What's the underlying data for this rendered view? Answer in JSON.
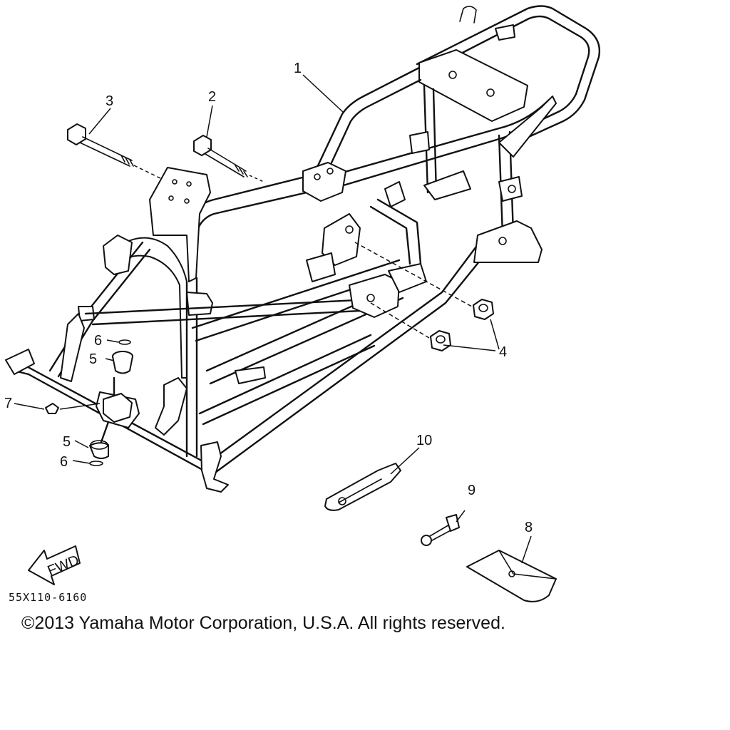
{
  "diagram": {
    "drawing_code": "55X110-6160",
    "fwd_label": "FWD",
    "copyright": "©2013 Yamaha Motor Corporation, U.S.A. All rights reserved.",
    "callouts": [
      {
        "id": "c1",
        "label": "1"
      },
      {
        "id": "c2",
        "label": "2"
      },
      {
        "id": "c3",
        "label": "3"
      },
      {
        "id": "c4",
        "label": "4"
      },
      {
        "id": "c5a",
        "label": "5"
      },
      {
        "id": "c5b",
        "label": "5"
      },
      {
        "id": "c6a",
        "label": "6"
      },
      {
        "id": "c6b",
        "label": "6"
      },
      {
        "id": "c7",
        "label": "7"
      },
      {
        "id": "c8",
        "label": "8"
      },
      {
        "id": "c9",
        "label": "9"
      },
      {
        "id": "c10",
        "label": "10"
      }
    ]
  },
  "colors": {
    "line": "#111111",
    "background": "#ffffff"
  }
}
